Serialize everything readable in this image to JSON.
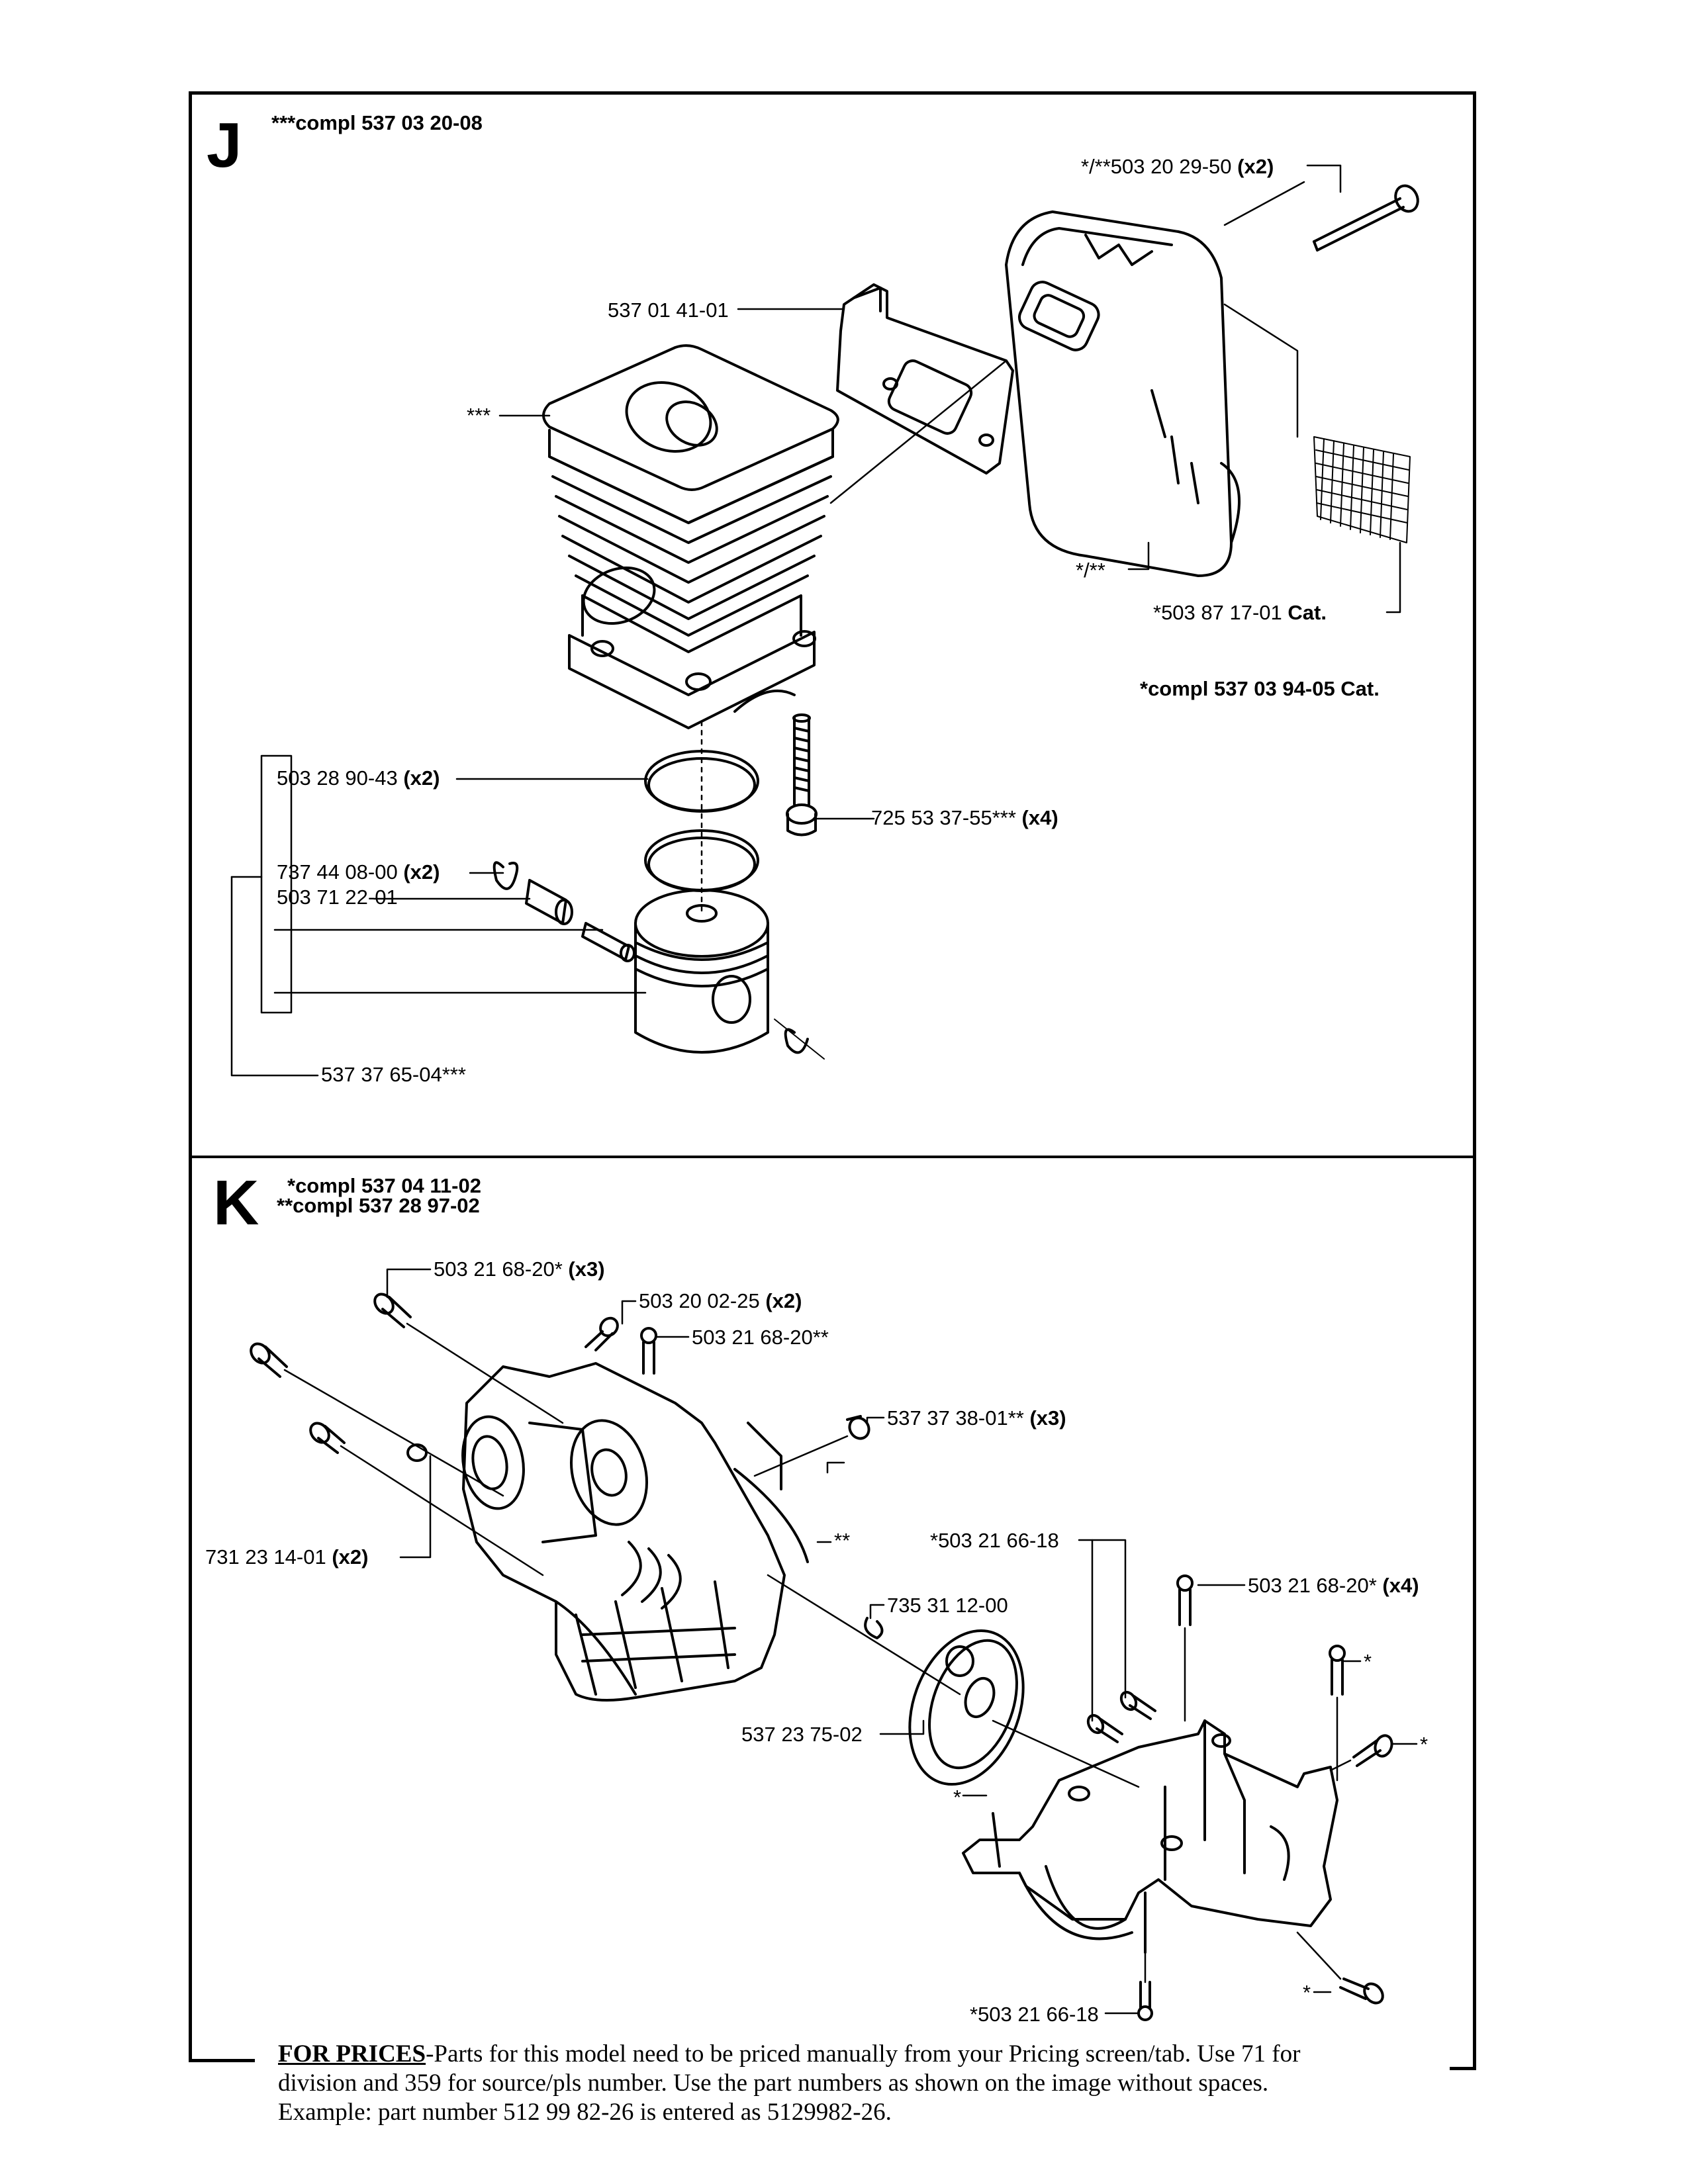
{
  "sections": {
    "j": {
      "letter": "J",
      "kit": "***compl 537 03 20-08",
      "labels": {
        "bolt_muffler_prefix": "*/**503 20 29-50 ",
        "bolt_muffler_qty": "(x2)",
        "bracket": "537 01 41-01",
        "cylinder_marker": "***",
        "muffler_marker": "*/**",
        "catalyst_screen_prefix": "*503 87 17-01 ",
        "catalyst_screen_suffix": "Cat.",
        "muffler_kit_prefix": "*compl 537 03 94-05 ",
        "muffler_kit_suffix": "Cat.",
        "piston_ring_prefix": "503 28 90-43 ",
        "piston_ring_qty": "(x2)",
        "cylinder_bolt_prefix": "725 53 37-55*** ",
        "cylinder_bolt_qty": "(x4)",
        "circlip_prefix": "737 44 08-00 ",
        "circlip_qty": "(x2)",
        "needle_bearing": "503 71 22-01",
        "piston_kit": "537 37 65-04***"
      }
    },
    "k": {
      "letter": "K",
      "kit_1": "*compl 537 04 11-02",
      "kit_2": "**compl 537 28 97-02",
      "labels": {
        "screw_a_prefix": "503 21 68-20* ",
        "screw_a_qty": "(x3)",
        "screw_b_prefix": "503 20 02-25 ",
        "screw_b_qty": "(x2)",
        "screw_c": "503 21 68-20**",
        "sleeve_prefix": "537 37 38-01** ",
        "sleeve_qty": "(x3)",
        "nut_prefix": "731 23 14-01 ",
        "nut_qty": "(x2)",
        "crankcase_marker": "**",
        "screw_d": "*503 21 66-18",
        "circlip": "735 31 12-00",
        "screw_e_prefix": "503 21 68-20* ",
        "screw_e_qty": "(x4)",
        "clutch_drum": "537 23 75-02",
        "star_1": "*",
        "star_2": "*",
        "star_3": "*",
        "star_4": "*",
        "screw_f": "*503 21 66-18"
      }
    }
  },
  "footer": {
    "lead": "FOR PRICES",
    "line1": "-Parts for this model need to be priced manually from your Pricing screen/tab. Use 71 for",
    "line2": "division and 359 for source/pls number. Use the part numbers as shown on the image without spaces.",
    "line3": "Example: part number 512 99 82-26 is entered as 5129982-26."
  }
}
